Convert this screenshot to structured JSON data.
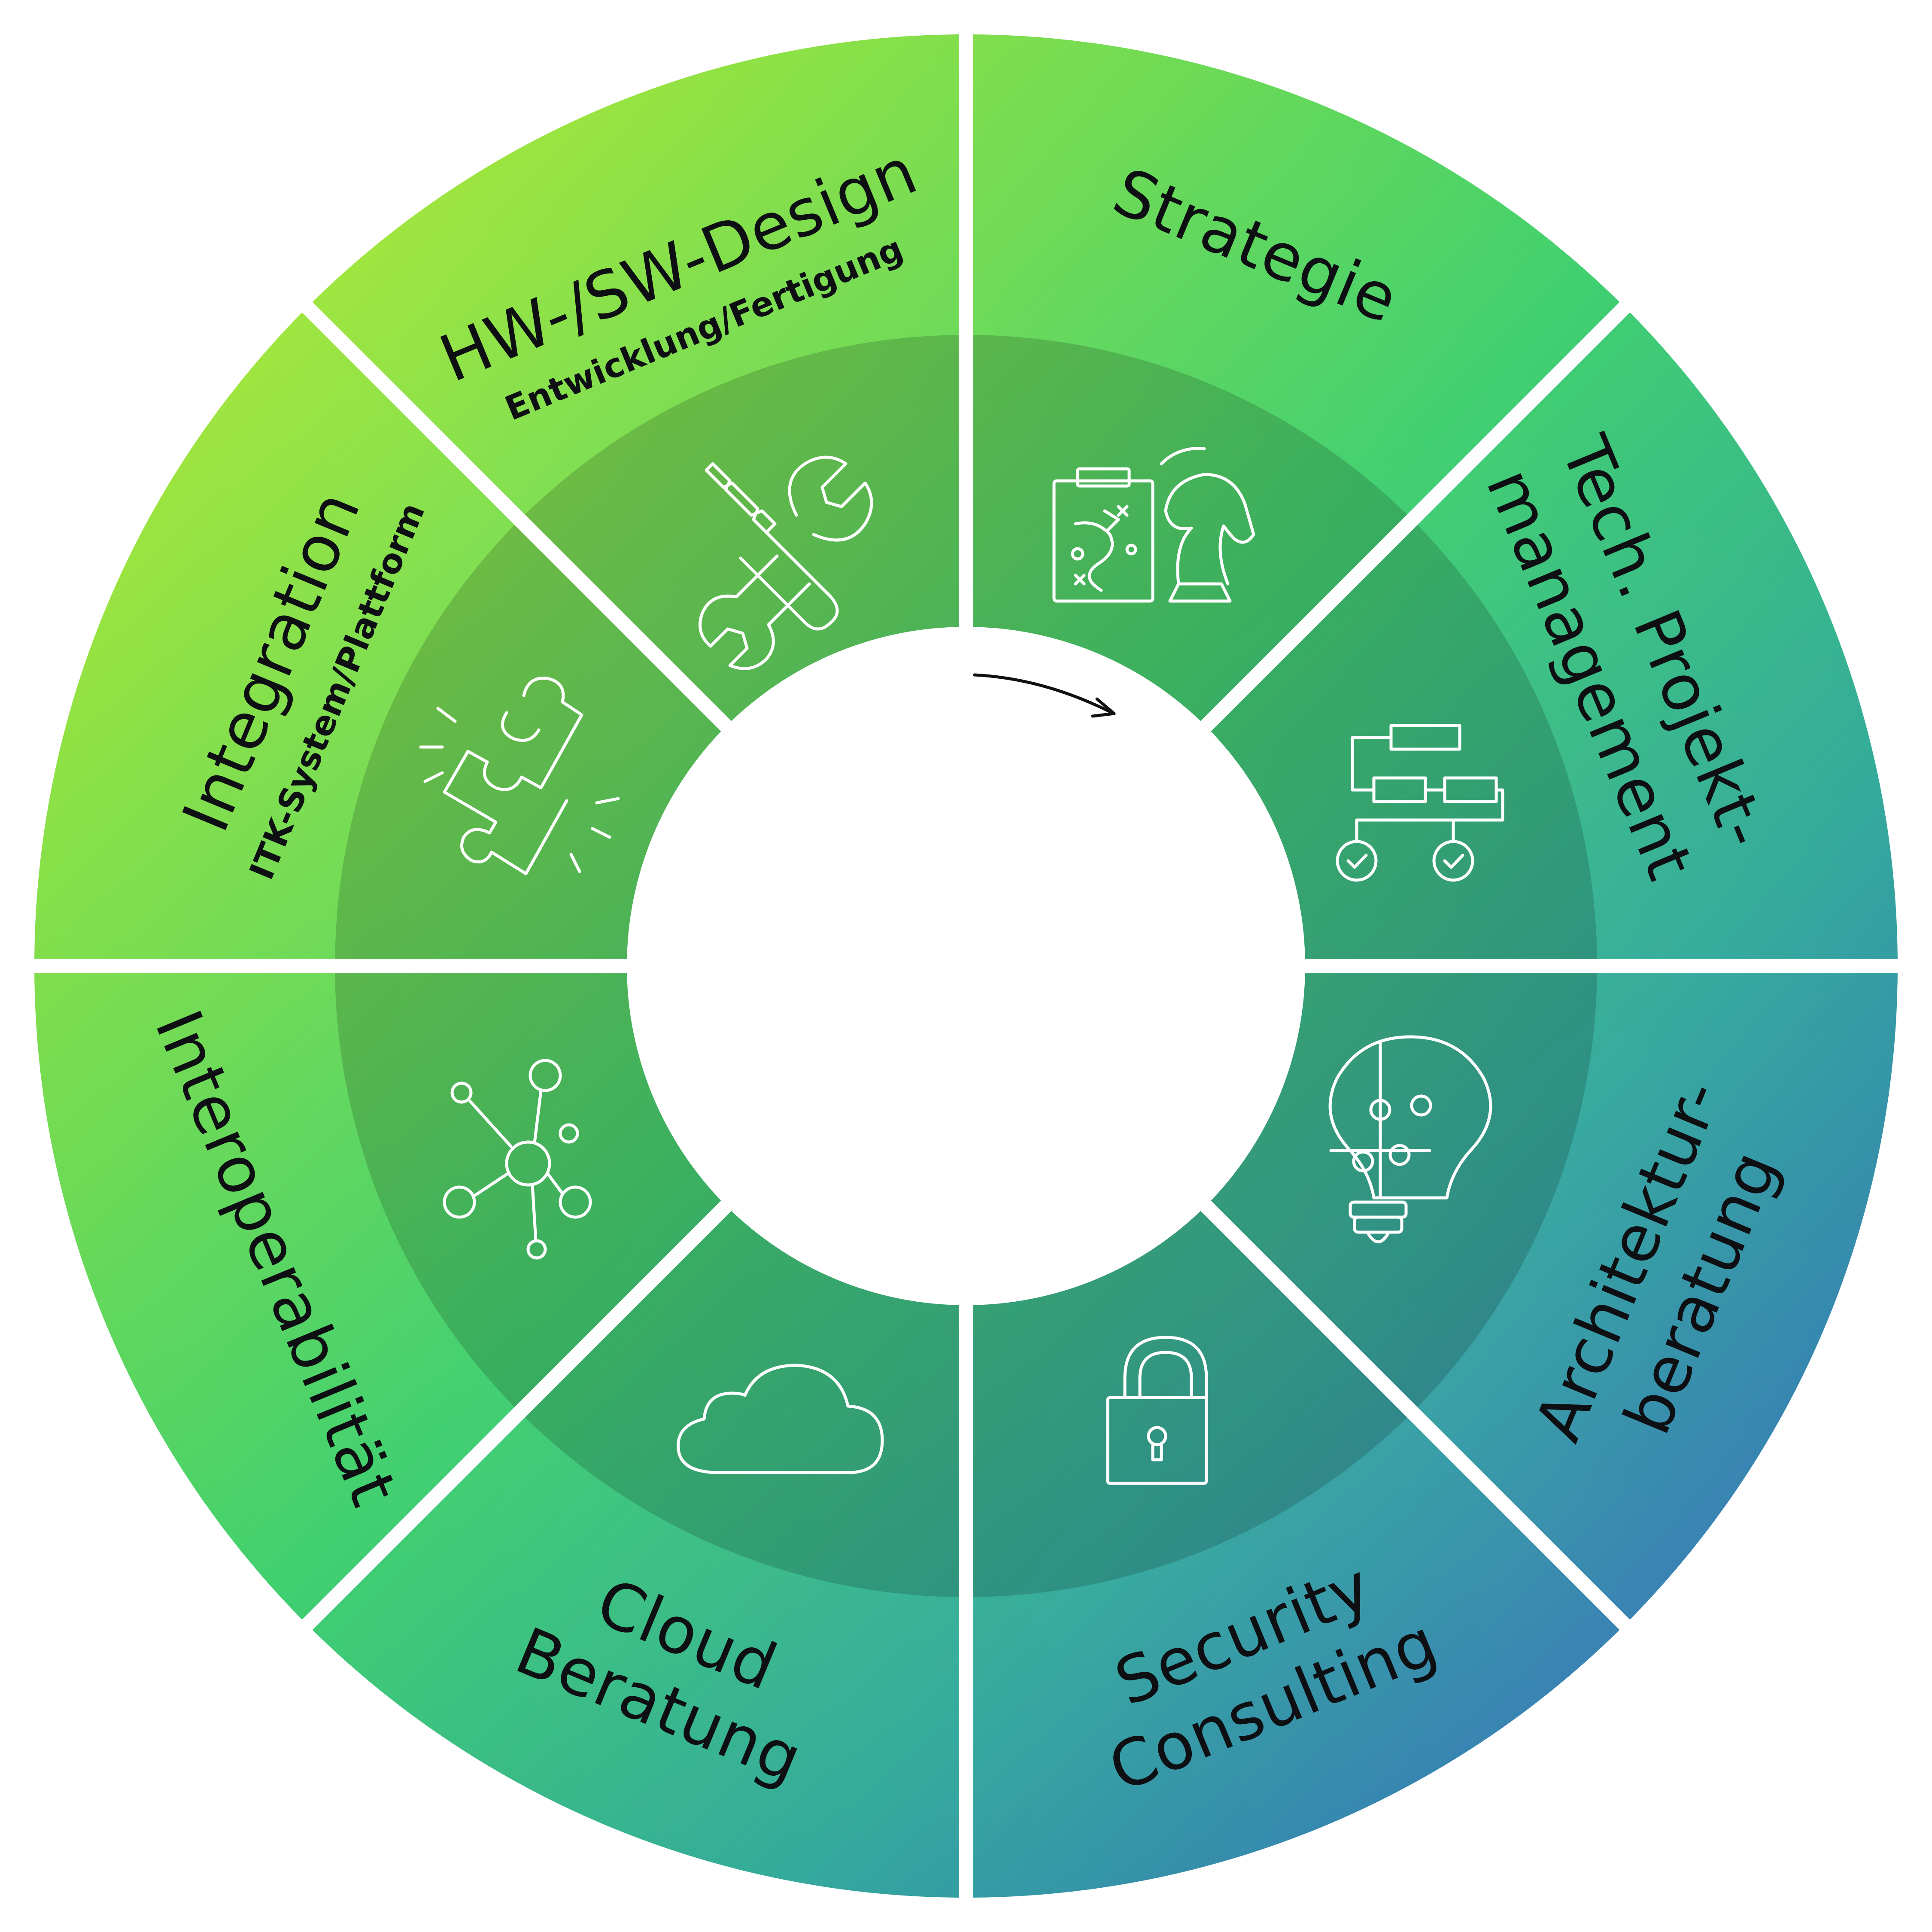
{
  "colors": {
    "gradient_start": "#b3ea24",
    "gradient_mid": "#3ecf6d",
    "gradient_end": "#2c61bb",
    "inner_ring_shade": "#000000",
    "separator": "#ffffff",
    "center": "#ffffff",
    "text": "#0d0f12",
    "icon_stroke": "#ffffff",
    "arrow": "#111111"
  },
  "segments": [
    {
      "id": "strategie",
      "title": "Strategie",
      "subtitle": "",
      "icon": "strategy-board-knight-icon"
    },
    {
      "id": "tech-projektmanagement",
      "title_lines": [
        "Tech. Projekt-",
        "management"
      ],
      "subtitle": "",
      "icon": "flowchart-checkmarks-icon"
    },
    {
      "id": "architekturberatung",
      "title_lines": [
        "Architektur-",
        "beratung"
      ],
      "subtitle": "",
      "icon": "puzzle-lightbulb-icon"
    },
    {
      "id": "security-consulting",
      "title_lines": [
        "Security",
        "Consulting"
      ],
      "subtitle": "",
      "icon": "padlock-icon"
    },
    {
      "id": "cloud-beratung",
      "title_lines": [
        "Cloud",
        "Beratung"
      ],
      "subtitle": "",
      "icon": "cloud-icon"
    },
    {
      "id": "interoperabilitaet",
      "title": "Interoperabilität",
      "subtitle": "",
      "icon": "network-nodes-icon"
    },
    {
      "id": "integration",
      "title": "Integration",
      "subtitle": "ITK-System/Plattform",
      "icon": "puzzle-piece-icon"
    },
    {
      "id": "hw-sw-design",
      "title": "HW-/SW-Design",
      "subtitle": "Entwicklung/Fertigung",
      "icon": "screwdriver-wrench-icon"
    }
  ],
  "center_arrow": "clockwise-arrow"
}
